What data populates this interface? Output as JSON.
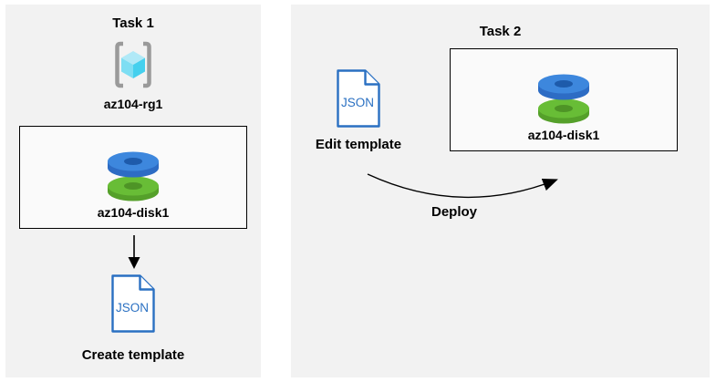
{
  "diagram": {
    "task1": {
      "title": "Task 1",
      "resource_group": {
        "name": "az104-rg1",
        "icon": "azure-resource-group-icon"
      },
      "disk_box": {
        "name": "az104-disk1",
        "icon": "azure-disk-icon"
      },
      "template_file": {
        "icon": "json-file-icon",
        "icon_text": "JSON"
      },
      "action_label": "Create template"
    },
    "task2": {
      "title": "Task 2",
      "template_file": {
        "icon": "json-file-icon",
        "icon_text": "JSON"
      },
      "edit_label": "Edit template",
      "disk_box": {
        "name": "az104-disk1",
        "icon": "azure-disk-icon"
      },
      "deploy_label": "Deploy"
    },
    "colors": {
      "panel_bg": "#f2f2f2",
      "box_bg": "#fafafa",
      "box_border": "#000000",
      "arrow": "#000000",
      "json_blue": "#2a70c2",
      "disk_blue_top": "#3d87dd",
      "disk_blue_side": "#2d6cc4",
      "disk_blue_hole": "#1e5bab",
      "disk_green_top": "#68bd36",
      "disk_green_side": "#55a02a",
      "disk_green_hole": "#4e9426",
      "cube_top": "#b0e9f7",
      "cube_left": "#7edef3",
      "cube_right": "#45d0ee",
      "bracket_gray": "#9a9a9a"
    }
  }
}
